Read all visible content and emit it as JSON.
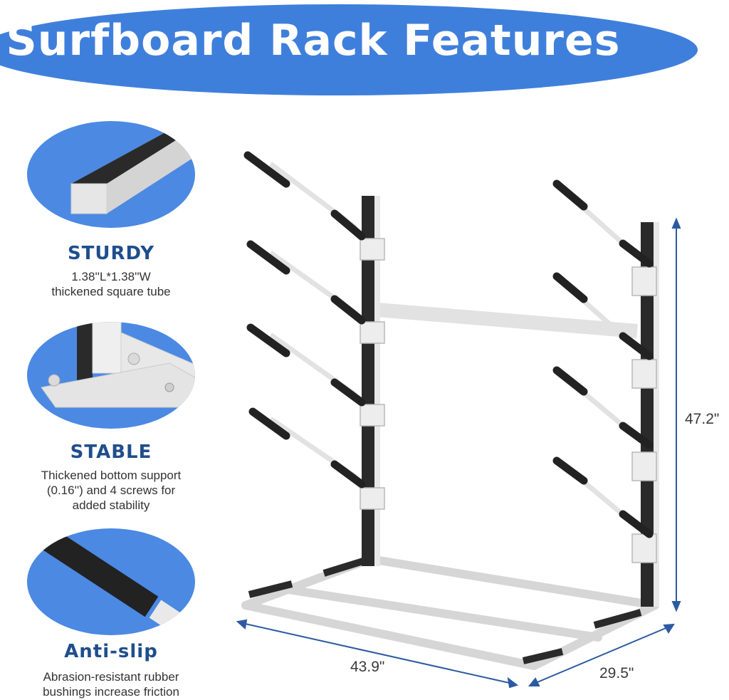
{
  "title": "Surfboard Rack Features",
  "colors": {
    "banner": "#3f7fdc",
    "accent_text": "#1f4e8c",
    "dimension_arrow": "#2c5aa0"
  },
  "features": [
    {
      "icon": "square-tube-closeup",
      "title": "STURDY",
      "lines": [
        "1.38''L*1.38''W",
        "thickened square tube"
      ]
    },
    {
      "icon": "bottom-support-closeup",
      "title": "STABLE",
      "lines": [
        "Thickened bottom support",
        "(0.16'') and 4 screws for",
        "added stability"
      ]
    },
    {
      "icon": "rubber-bushing-closeup",
      "title": "Anti-slip",
      "lines": [
        "Abrasion-resistant rubber",
        "bushings increase friction"
      ]
    }
  ],
  "dimensions": {
    "height": "47.2\"",
    "width": "43.9\"",
    "depth": "29.5\""
  }
}
